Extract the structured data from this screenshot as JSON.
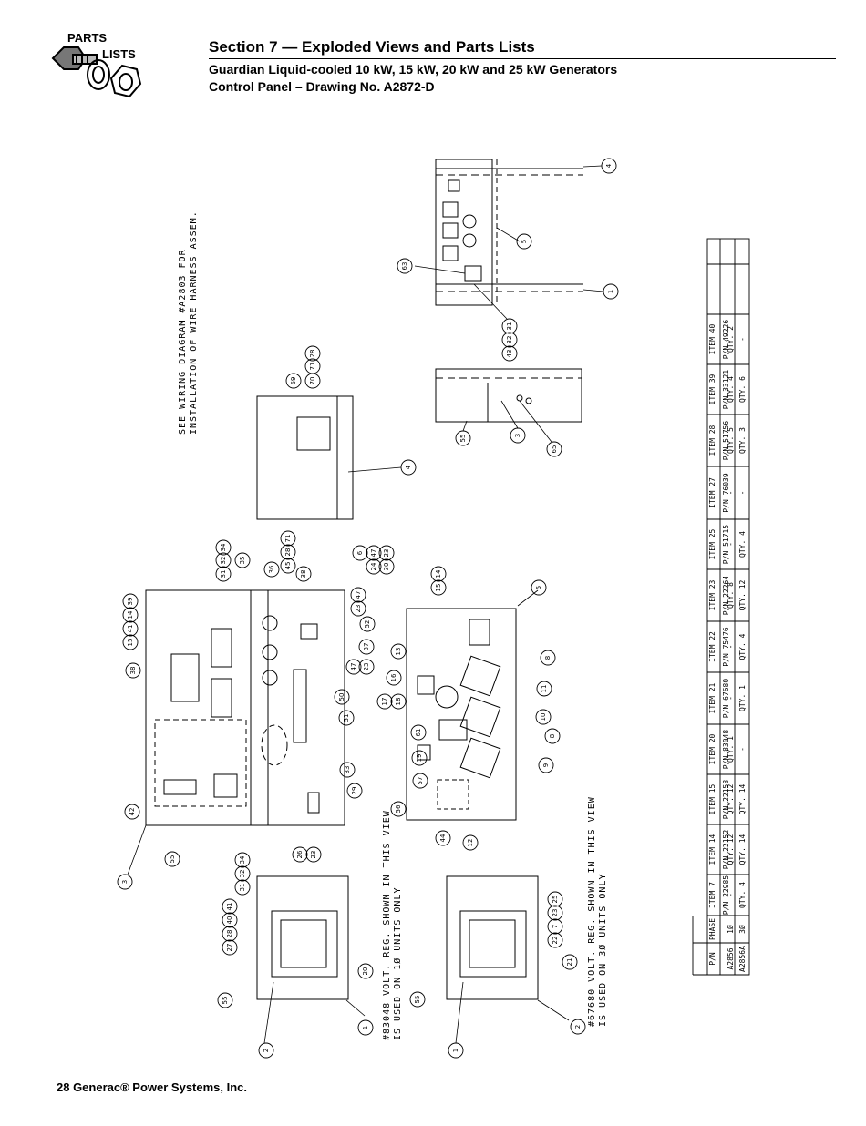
{
  "header": {
    "logo_text_line1": "PARTS",
    "logo_text_line2": "LISTS",
    "section_title": "Section 7 — Exploded Views and Parts Lists",
    "subtitle": "Guardian Liquid-cooled 10 kW, 15 kW, 20 kW and 25 kW Generators",
    "drawing": "Control Panel – Drawing No. A2872-D"
  },
  "notes": {
    "wiring": "SEE WIRING DIAGRAM #A2803 FOR",
    "wiring2": "INSTALLATION OF WIRE HARNESS ASSEM.",
    "reg1": "#83048 VOLT. REG. SHOWN IN THIS VIEW",
    "reg1b": "IS USED ON 1Ø UNITS ONLY",
    "reg3": "#67680 VOLT. REG. SHOWN IN THIS VIEW",
    "reg3b": "IS USED ON 3Ø UNITS ONLY"
  },
  "footer": {
    "text": "28 Generac® Power Systems, Inc."
  },
  "table": {
    "rows": [
      [
        "P/N",
        "PHASE",
        "ITEM 7",
        "ITEM 14",
        "ITEM 15",
        "ITEM 20",
        "ITEM 21",
        "ITEM 22",
        "ITEM 23",
        "ITEM 25",
        "ITEM 27",
        "ITEM 28",
        "ITEM 39",
        "ITEM 40"
      ],
      [
        "",
        "",
        "P/N 22985",
        "P/N 22152",
        "P/N 22158",
        "P/N 83048",
        "P/N 67680",
        "P/N 75476",
        "P/N 22264",
        "P/N 51715",
        "P/N 76039",
        "P/N 51756",
        "P/N 33121",
        "P/N 49226"
      ],
      [
        "A2856",
        "1Ø",
        "-",
        "QTY. 12",
        "QTY. 12",
        "QTY. 1",
        "-",
        "-",
        "QTY. 8",
        "-",
        "-",
        "QTY. 5",
        "QTY. 4",
        "QTY. 2"
      ],
      [
        "A2856A",
        "3Ø",
        "QTY. 4",
        "QTY. 14",
        "QTY. 14",
        "-",
        "QTY. 1",
        "QTY. 4",
        "QTY. 12",
        "QTY. 4",
        "-",
        "QTY. 3",
        "QTY. 6",
        "-"
      ]
    ]
  },
  "callouts": [
    "4",
    "5",
    "63",
    "1",
    "31",
    "32",
    "43",
    "3",
    "55",
    "65",
    "69",
    "70",
    "71",
    "28",
    "4",
    "31",
    "32",
    "34",
    "35",
    "36",
    "45",
    "28",
    "71",
    "38",
    "6",
    "47",
    "23",
    "24",
    "30",
    "5",
    "14",
    "15",
    "47",
    "23",
    "52",
    "39",
    "14",
    "41",
    "15",
    "38",
    "13",
    "8",
    "16",
    "37",
    "47",
    "23",
    "17",
    "18",
    "11",
    "50",
    "10",
    "51",
    "19",
    "61",
    "8",
    "9",
    "33",
    "57",
    "56",
    "44",
    "12",
    "42",
    "29",
    "55",
    "26",
    "23",
    "3",
    "34",
    "32",
    "31",
    "27",
    "28",
    "40",
    "41",
    "22",
    "7",
    "23",
    "25",
    "20",
    "21",
    "55",
    "55",
    "1",
    "2",
    "2",
    "1"
  ]
}
